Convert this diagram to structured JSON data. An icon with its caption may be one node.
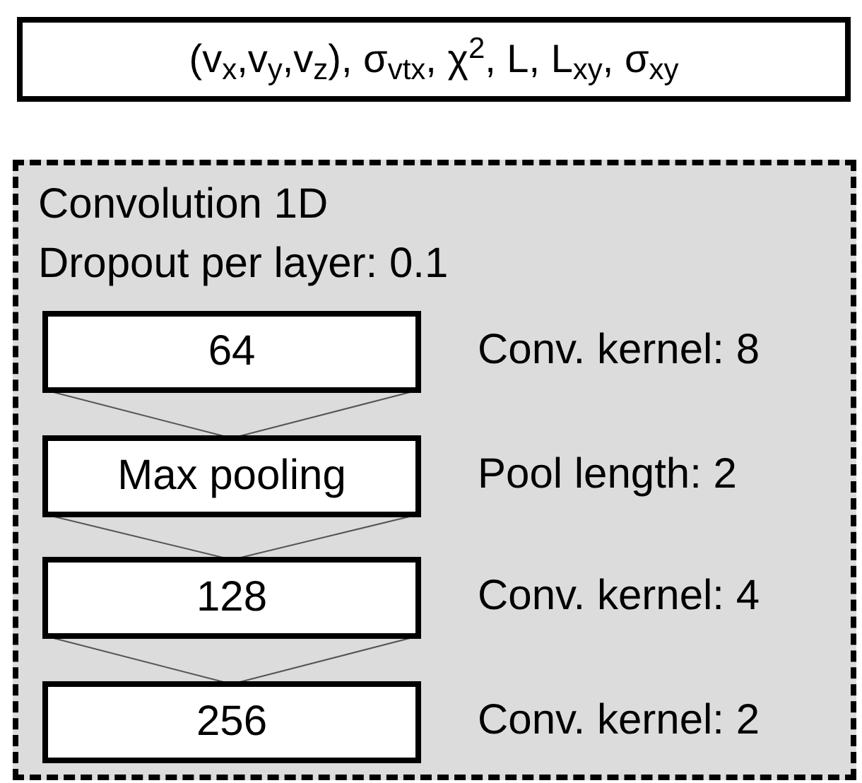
{
  "diagram": {
    "nodes": [
      {
        "text": [
          "(v$_{x}$,v$_{y}$,v$_{z}$), σ$_{vtx}$, χ$^{2}$, L, L$_{xy}$, σ$_{xy}$"
        ]
      },
      {
        "text": [
          "Convolution 1D",
          "Dropout per layer: 0.1"
        ]
      },
      {
        "text": [
          "64"
        ],
        "in": 1,
        "beside": [
          "Conv. kernel: 8"
        ]
      },
      {
        "text": [
          "Max pooling"
        ],
        "in": 1,
        "beside": [
          "Pool length: 2"
        ]
      },
      {
        "text": [
          "128"
        ],
        "in": 1,
        "beside": [
          "Conv. kernel: 4"
        ]
      },
      {
        "text": [
          "256"
        ],
        "in": 1,
        "beside": [
          "Conv. kernel: 2"
        ]
      }
    ],
    "edges": [
      {
        "from": 2,
        "to": 3,
        "arrow": "none"
      },
      {
        "from": 3,
        "to": 4,
        "arrow": "none"
      },
      {
        "from": 4,
        "to": 5,
        "arrow": "none"
      }
    ]
  }
}
